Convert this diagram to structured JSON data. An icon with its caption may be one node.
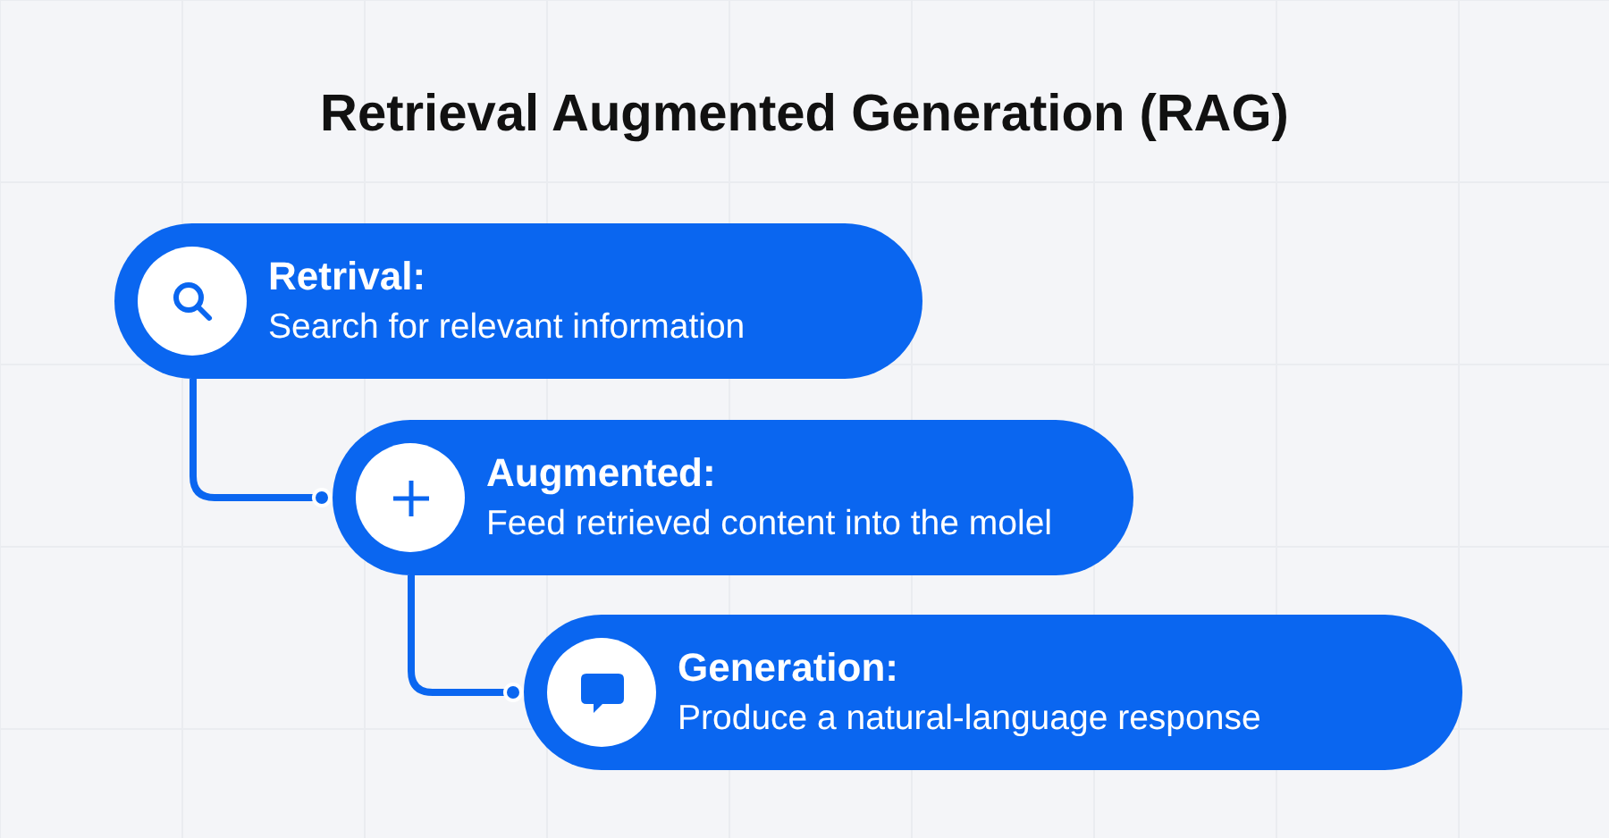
{
  "diagram": {
    "title": "Retrieval Augmented Generation (RAG)",
    "nodes": [
      {
        "text": [
          "Retrival:",
          "Search for relevant information"
        ]
      },
      {
        "text": [
          "Augmented:",
          "Feed retrieved content into the molel"
        ]
      },
      {
        "text": [
          "Generation:",
          "Produce a natural-language response"
        ]
      }
    ],
    "edges": [
      {
        "from": 0,
        "to": 1,
        "arrow": "other"
      },
      {
        "from": 1,
        "to": 2,
        "arrow": "other"
      }
    ]
  }
}
